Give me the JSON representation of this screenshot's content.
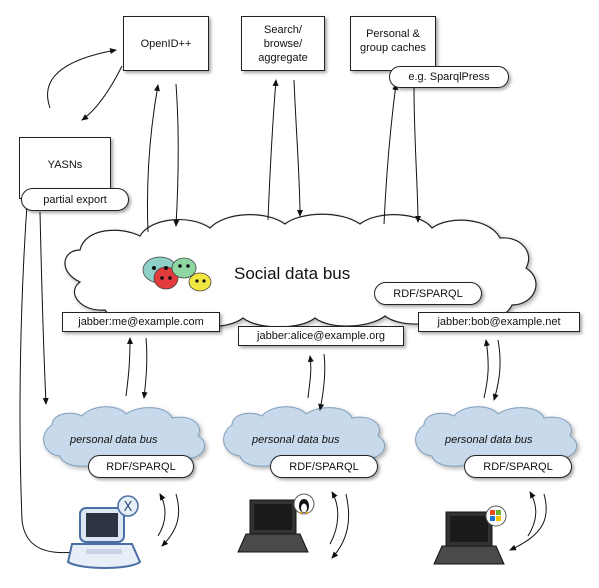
{
  "top_boxes": {
    "openid": "OpenID++",
    "search": "Search/\nbrowse/\naggregate",
    "personal": "Personal &\ngroup caches",
    "sparqlpress": "e.g. SparqlPress"
  },
  "yasns": {
    "title": "YASNs",
    "export": "partial export"
  },
  "social_bus": {
    "title": "Social data bus",
    "protocol": "RDF/SPARQL"
  },
  "jids": [
    "jabber:me@example.com",
    "jabber:alice@example.org",
    "jabber:bob@example.net"
  ],
  "personal_buses": [
    {
      "label": "personal data bus",
      "protocol": "RDF/SPARQL"
    },
    {
      "label": "personal data bus",
      "protocol": "RDF/SPARQL"
    },
    {
      "label": "personal data bus",
      "protocol": "RDF/SPARQL"
    }
  ],
  "computers": [
    {
      "icon": "mac-os-x-icon",
      "badge": "X"
    },
    {
      "icon": "linux-tux-icon",
      "badge": ""
    },
    {
      "icon": "windows-logo-icon",
      "badge": ""
    }
  ],
  "colors": {
    "cloud_fill": "#ffffff",
    "personal_cloud_fill": "#c7d9ea",
    "personal_cloud_stroke": "#7f9fbd",
    "line": "#111111"
  }
}
